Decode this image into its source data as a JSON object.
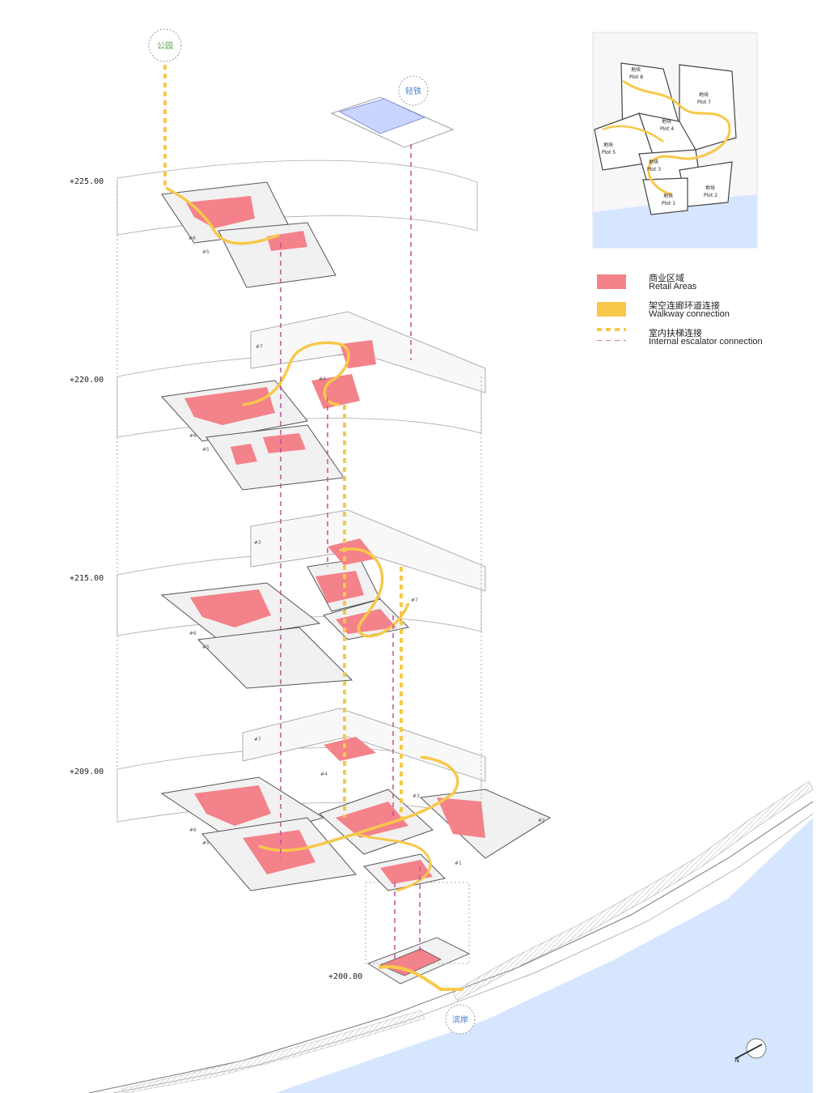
{
  "colors": {
    "retail": "#f4828a",
    "walkway": "#f7c84a",
    "escalator": "#c0509a",
    "water": "#d6e6ff",
    "label_green": "#5aa04a",
    "label_blue": "#4a7fd0",
    "outline": "#555555"
  },
  "connection_labels": {
    "park": "公园",
    "light_rail": "轻铁",
    "waterfront": "滨岸"
  },
  "elevations": [
    "+225.00",
    "+220.00",
    "+215.00",
    "+209.00",
    "+200.00"
  ],
  "level_tags": {
    "l225": [
      "#6",
      "#5"
    ],
    "l220": [
      "#7",
      "#4",
      "#6",
      "#5"
    ],
    "l215": [
      "#3",
      "#7",
      "#6",
      "#5"
    ],
    "l209": [
      "#7",
      "#4",
      "#3",
      "#6",
      "#5",
      "#2",
      "#1"
    ]
  },
  "keyplan": {
    "plots": [
      {
        "zh": "地块",
        "en": "Plot 8"
      },
      {
        "zh": "地块",
        "en": "Plot 7"
      },
      {
        "zh": "地块",
        "en": "Plot 4"
      },
      {
        "zh": "地块",
        "en": "Plot 5"
      },
      {
        "zh": "地块",
        "en": "Plot 3"
      },
      {
        "zh": "地块",
        "en": "Plot 2"
      },
      {
        "zh": "地块",
        "en": "Plot 1"
      }
    ]
  },
  "legend": {
    "retail": {
      "zh": "商业区域",
      "en": "Retail Areas"
    },
    "walkway": {
      "zh": "架空连廊环道连接",
      "en": "Walkway connection"
    },
    "escalator": {
      "zh": "室内扶梯连接",
      "en": "Internal escalator connection"
    }
  },
  "north_arrow": {
    "label": "N"
  }
}
